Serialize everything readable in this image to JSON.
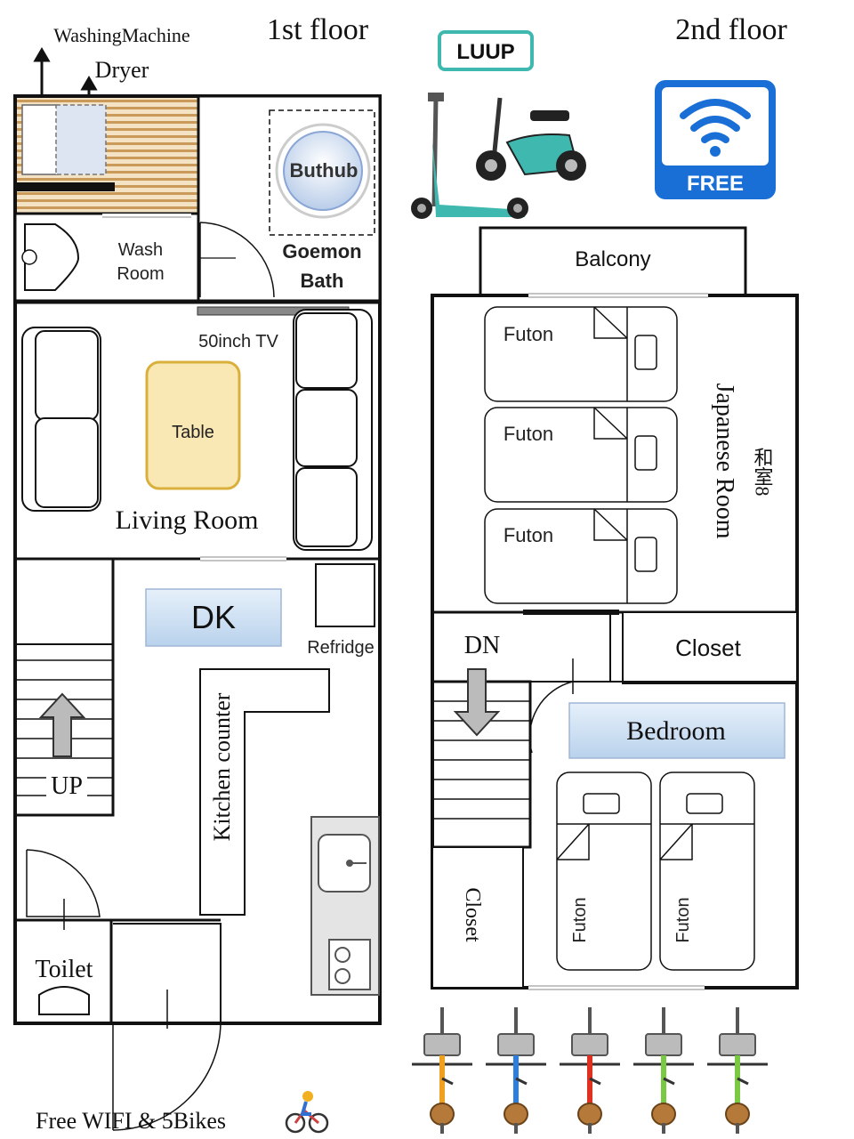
{
  "first_floor": {
    "title": "1st floor",
    "labels": {
      "washing_machine": "WashingMachine",
      "dryer": "Dryer",
      "bathtub": "Buthub",
      "wash_room_line1": "Wash",
      "wash_room_line2": "Room",
      "goemon_line1": "Goemon",
      "goemon_line2": "Bath",
      "tv": "50inch TV",
      "table": "Table",
      "living_room": "Living Room",
      "dk": "DK",
      "refridge": "Refridge",
      "kitchen_counter": "Kitchen counter",
      "up": "UP",
      "toilet": "Toilet"
    }
  },
  "second_floor": {
    "title": "2nd floor",
    "labels": {
      "balcony": "Balcony",
      "futon": "Futon",
      "japanese_room": "Japanese Room",
      "washitsu": "和室8",
      "dn": "DN",
      "closet": "Closet",
      "bedroom": "Bedroom"
    }
  },
  "luup": {
    "label": "LUUP"
  },
  "wifi": {
    "label": "FREE"
  },
  "footer": {
    "text": "Free WIFI & 5Bikes"
  },
  "bikes": {
    "count": 5,
    "colors": [
      "#f0a020",
      "#2c7fe0",
      "#e03020",
      "#7ac943",
      "#7ac943"
    ]
  },
  "colors": {
    "teal": "#3fb8b0",
    "wifi_blue": "#1a6fd6",
    "table_fill": "#f9e7b4",
    "table_stroke": "#d9b03c",
    "label_box": "#cfe1f3"
  }
}
